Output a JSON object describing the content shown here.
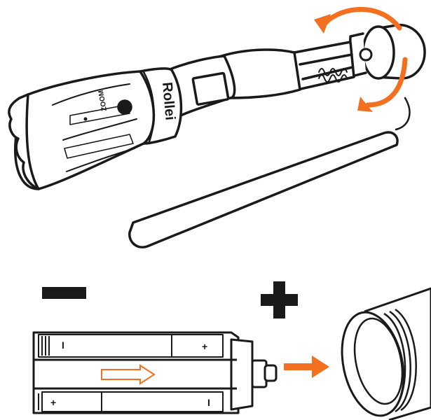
{
  "brand": {
    "logo_text": "Rollei",
    "zoom_label": "ZOOM"
  },
  "battery_holder": {
    "polarity_top_left": "I",
    "polarity_top_right": "+",
    "polarity_bottom_left": "+",
    "polarity_bottom_right": "I"
  },
  "symbols": {
    "minus": "minus-sign",
    "plus": "plus-sign"
  },
  "colors": {
    "accent": "#F37021",
    "line": "#1a1a1a",
    "fill": "#ffffff"
  }
}
